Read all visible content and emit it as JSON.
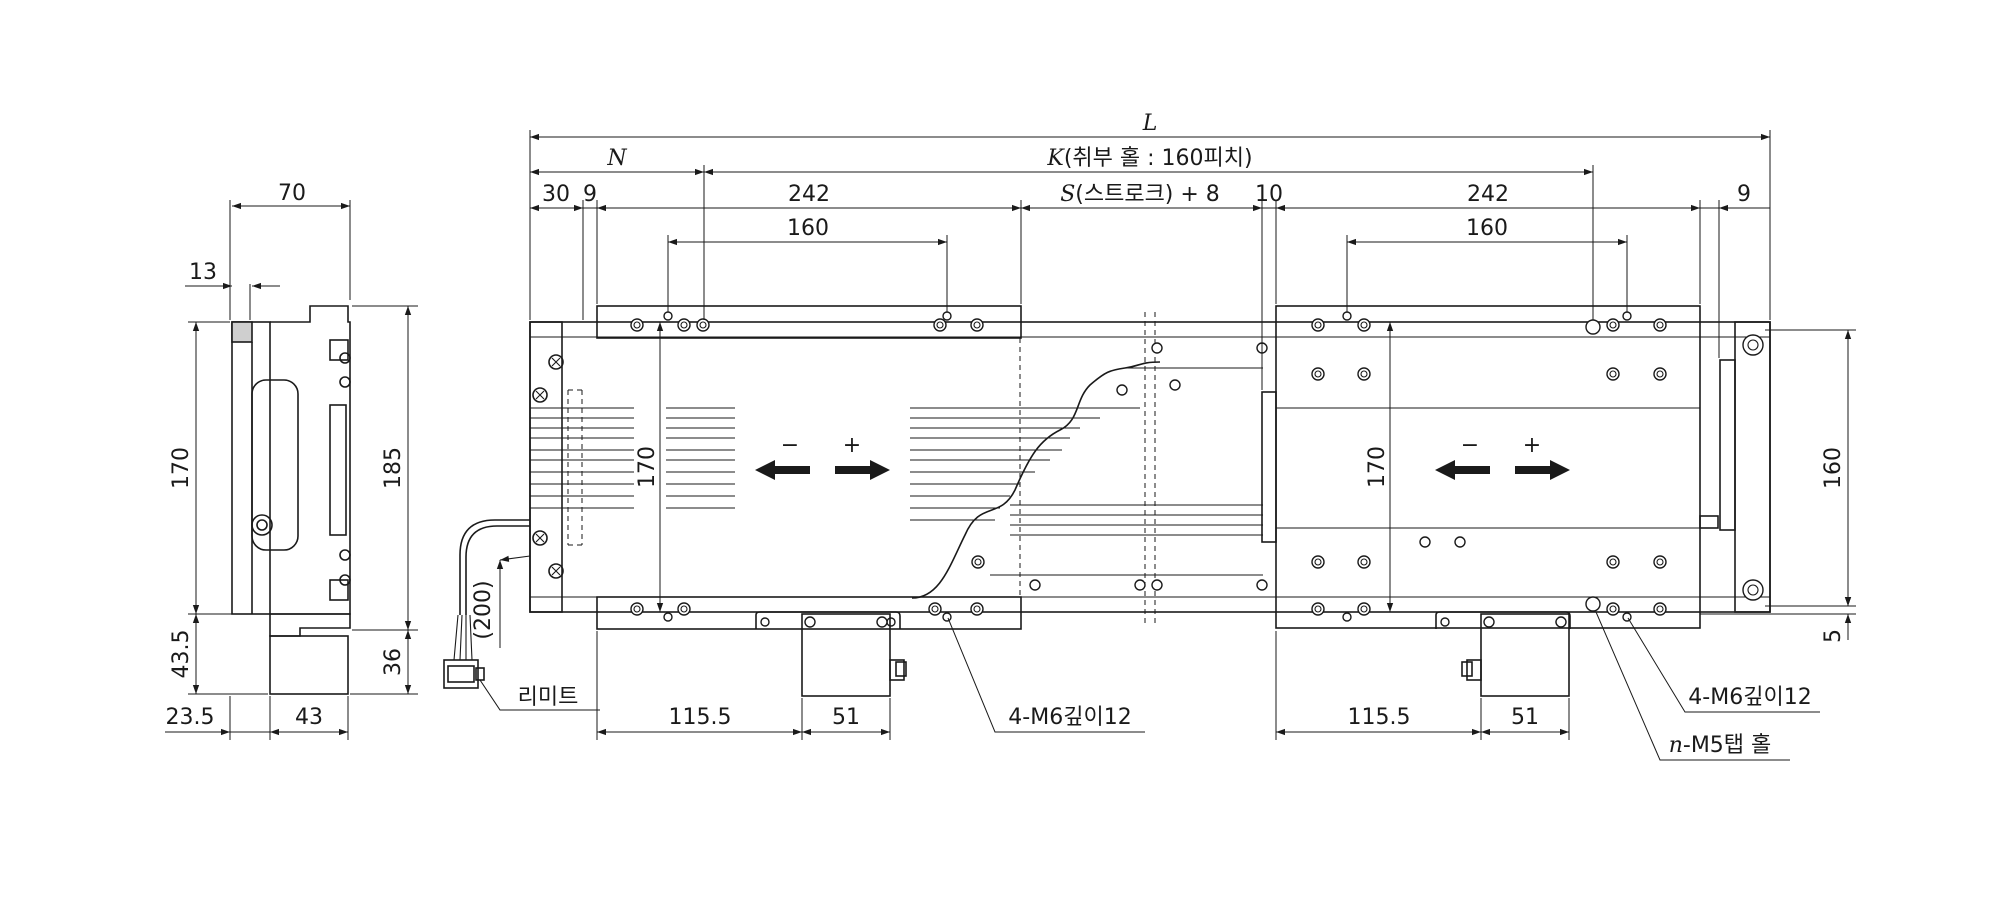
{
  "labels": {
    "L": "L",
    "N": "N",
    "K": "K",
    "K_note": "(취부 홀 : 160피치)",
    "S": "S",
    "S_note": "(스트로크) + 8",
    "d30": "30",
    "d9_left": "9",
    "d242_left": "242",
    "d10": "10",
    "d242_right": "242",
    "d9_right": "9",
    "d160_left": "160",
    "d160_right": "160",
    "d170_body": "170",
    "d170_right": "170",
    "d160_side": "160",
    "d5": "5",
    "d115_left": "115.5",
    "d51_left": "51",
    "d115_right": "115.5",
    "d51_right": "51",
    "m6_left": "4-M6깊이12",
    "m6_right": "4-M6깊이12",
    "n": "n",
    "m5": "-M5탭 홀",
    "limit": "리미트",
    "cable": "(200)",
    "minus": "−",
    "plus": "+",
    "sv_70": "70",
    "sv_13": "13",
    "sv_170": "170",
    "sv_185": "185",
    "sv_43_5": "43.5",
    "sv_36": "36",
    "sv_23_5": "23.5",
    "sv_43": "43"
  }
}
